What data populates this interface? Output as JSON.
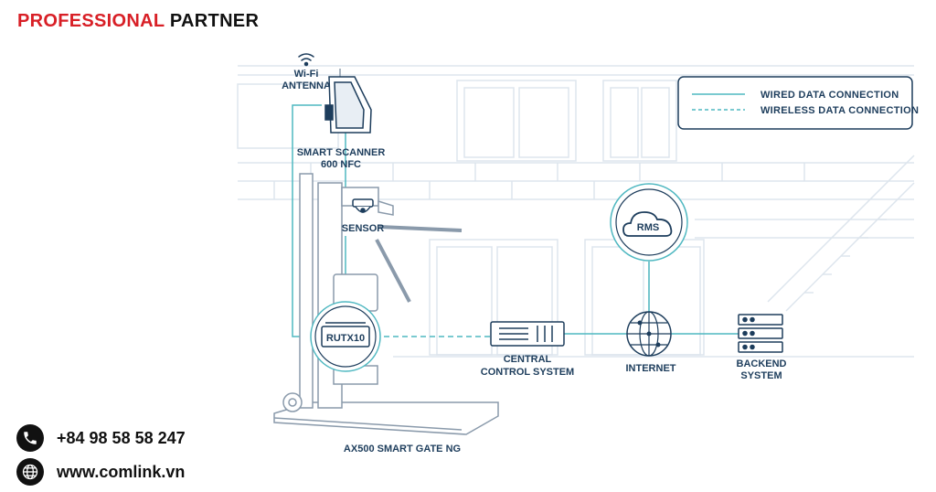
{
  "brand": {
    "part1": "PROFESSIONAL",
    "part2": "PARTNER"
  },
  "contact": {
    "phone": "+84 98 58 58 247",
    "website": "www.comlink.vn"
  },
  "legend": {
    "wired": "WIRED DATA CONNECTION",
    "wireless": "WIRELESS DATA CONNECTION"
  },
  "labels": {
    "wifi_1": "Wi-Fi",
    "wifi_2": "ANTENNA",
    "scanner_1": "SMART SCANNER",
    "scanner_2": "600 NFC",
    "sensor": "SENSOR",
    "router": "RUTX10",
    "gate": "AX500 SMART GATE NG",
    "central_1": "CENTRAL",
    "central_2": "CONTROL SYSTEM",
    "rms": "RMS",
    "internet": "INTERNET",
    "backend_1": "BACKEND",
    "backend_2": "SYSTEM"
  },
  "colors": {
    "teal": "#4fb8c1",
    "navy": "#1d3d5c",
    "red": "#d81f26",
    "line": "#d6dfe8"
  }
}
